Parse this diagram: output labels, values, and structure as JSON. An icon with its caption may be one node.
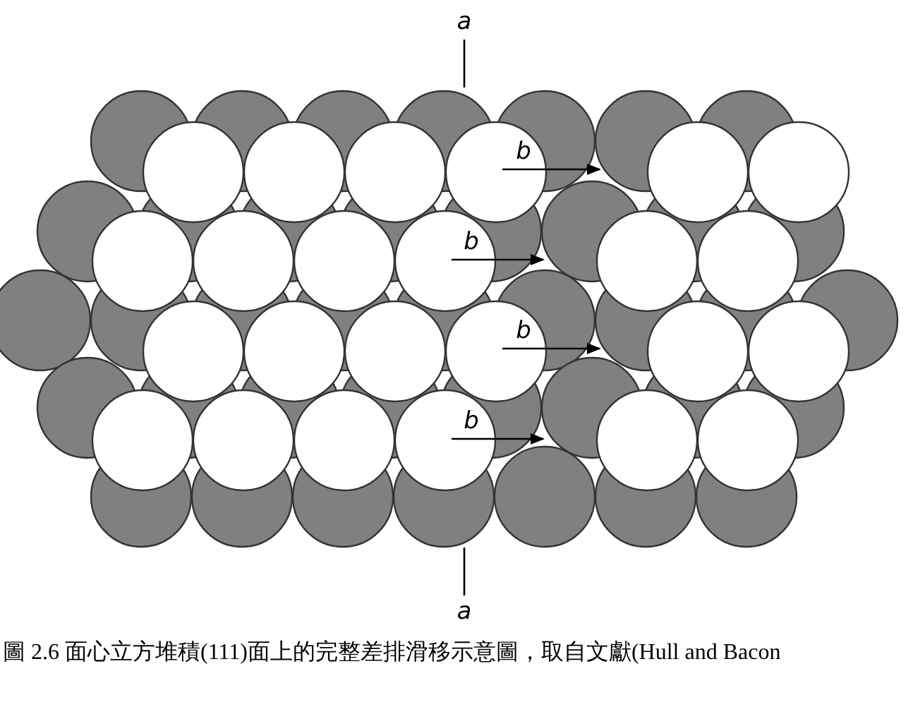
{
  "diagram": {
    "caption": "圖 2.6 面心立方堆積(111)面上的完整差排滑移示意圖，取自文獻(Hull and Bacon",
    "labels": [
      "a",
      "b",
      "b",
      "b",
      "b",
      "a"
    ]
  }
}
